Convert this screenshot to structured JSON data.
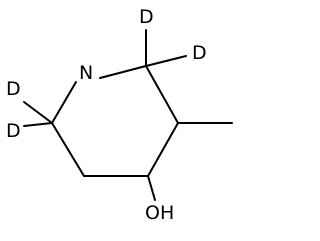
{
  "molecule": {
    "atoms": {
      "nitrogen": "N",
      "hydroxyl": "OH",
      "deuterium_1": "D",
      "deuterium_2": "D",
      "deuterium_3": "D",
      "deuterium_4": "D"
    },
    "colors": {
      "bond": "#000000",
      "label": "#000000",
      "background": "#ffffff"
    }
  }
}
